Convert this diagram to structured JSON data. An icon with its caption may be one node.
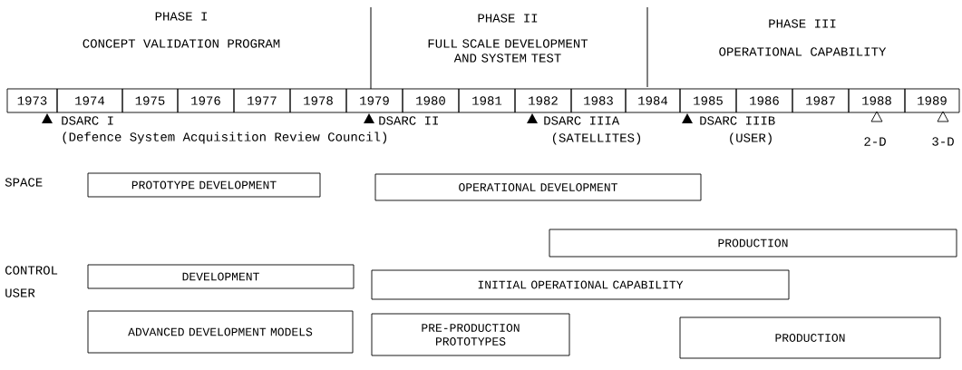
{
  "diagram": {
    "nodes": [
      {
        "text": [
          "1973"
        ]
      },
      {
        "text": [
          "1974"
        ]
      },
      {
        "text": [
          "1975"
        ]
      },
      {
        "text": [
          "1976"
        ]
      },
      {
        "text": [
          "1977"
        ]
      },
      {
        "text": [
          "1978"
        ]
      },
      {
        "text": [
          "1979"
        ]
      },
      {
        "text": [
          "1980"
        ]
      },
      {
        "text": [
          "1981"
        ]
      },
      {
        "text": [
          "1982"
        ]
      },
      {
        "text": [
          "1983"
        ]
      },
      {
        "text": [
          "1984"
        ]
      },
      {
        "text": [
          "1985"
        ]
      },
      {
        "text": [
          "1986"
        ]
      },
      {
        "text": [
          "1987"
        ]
      },
      {
        "text": [
          "1988"
        ]
      },
      {
        "text": [
          "1989"
        ]
      },
      {
        "text": [
          "PROTOTYPE DEVELOPMENT"
        ]
      },
      {
        "text": [
          "OPERATIONAL DEVELOPMENT"
        ]
      },
      {
        "text": [
          "PRODUCTION"
        ]
      },
      {
        "text": [
          "DEVELOPMENT"
        ]
      },
      {
        "text": [
          "INITIAL OPERATIONAL CAPABILITY"
        ]
      },
      {
        "text": [
          "ADVANCED DEVELOPMENT MODELS"
        ]
      },
      {
        "text": [
          "PRE-PRODUCTION PROTOTYPES"
        ]
      },
      {
        "text": [
          "PRODUCTION"
        ]
      }
    ],
    "labels": [
      "PHASE I",
      "CONCEPT VALIDATION PROGRAM",
      "PHASE II",
      "FULL SCALE DEVELOPMENT AND SYSTEM TEST",
      "PHASE III",
      "OPERATIONAL CAPABILITY",
      "DSARC I",
      "(Defence System Acquisition Review Council)",
      "DSARC II",
      "DSARC IIIA",
      "(SATELLITES)",
      "DSARC IIIB",
      "(USER)",
      "2-D",
      "3-D",
      "SPACE",
      "CONTROL",
      "USER"
    ]
  }
}
